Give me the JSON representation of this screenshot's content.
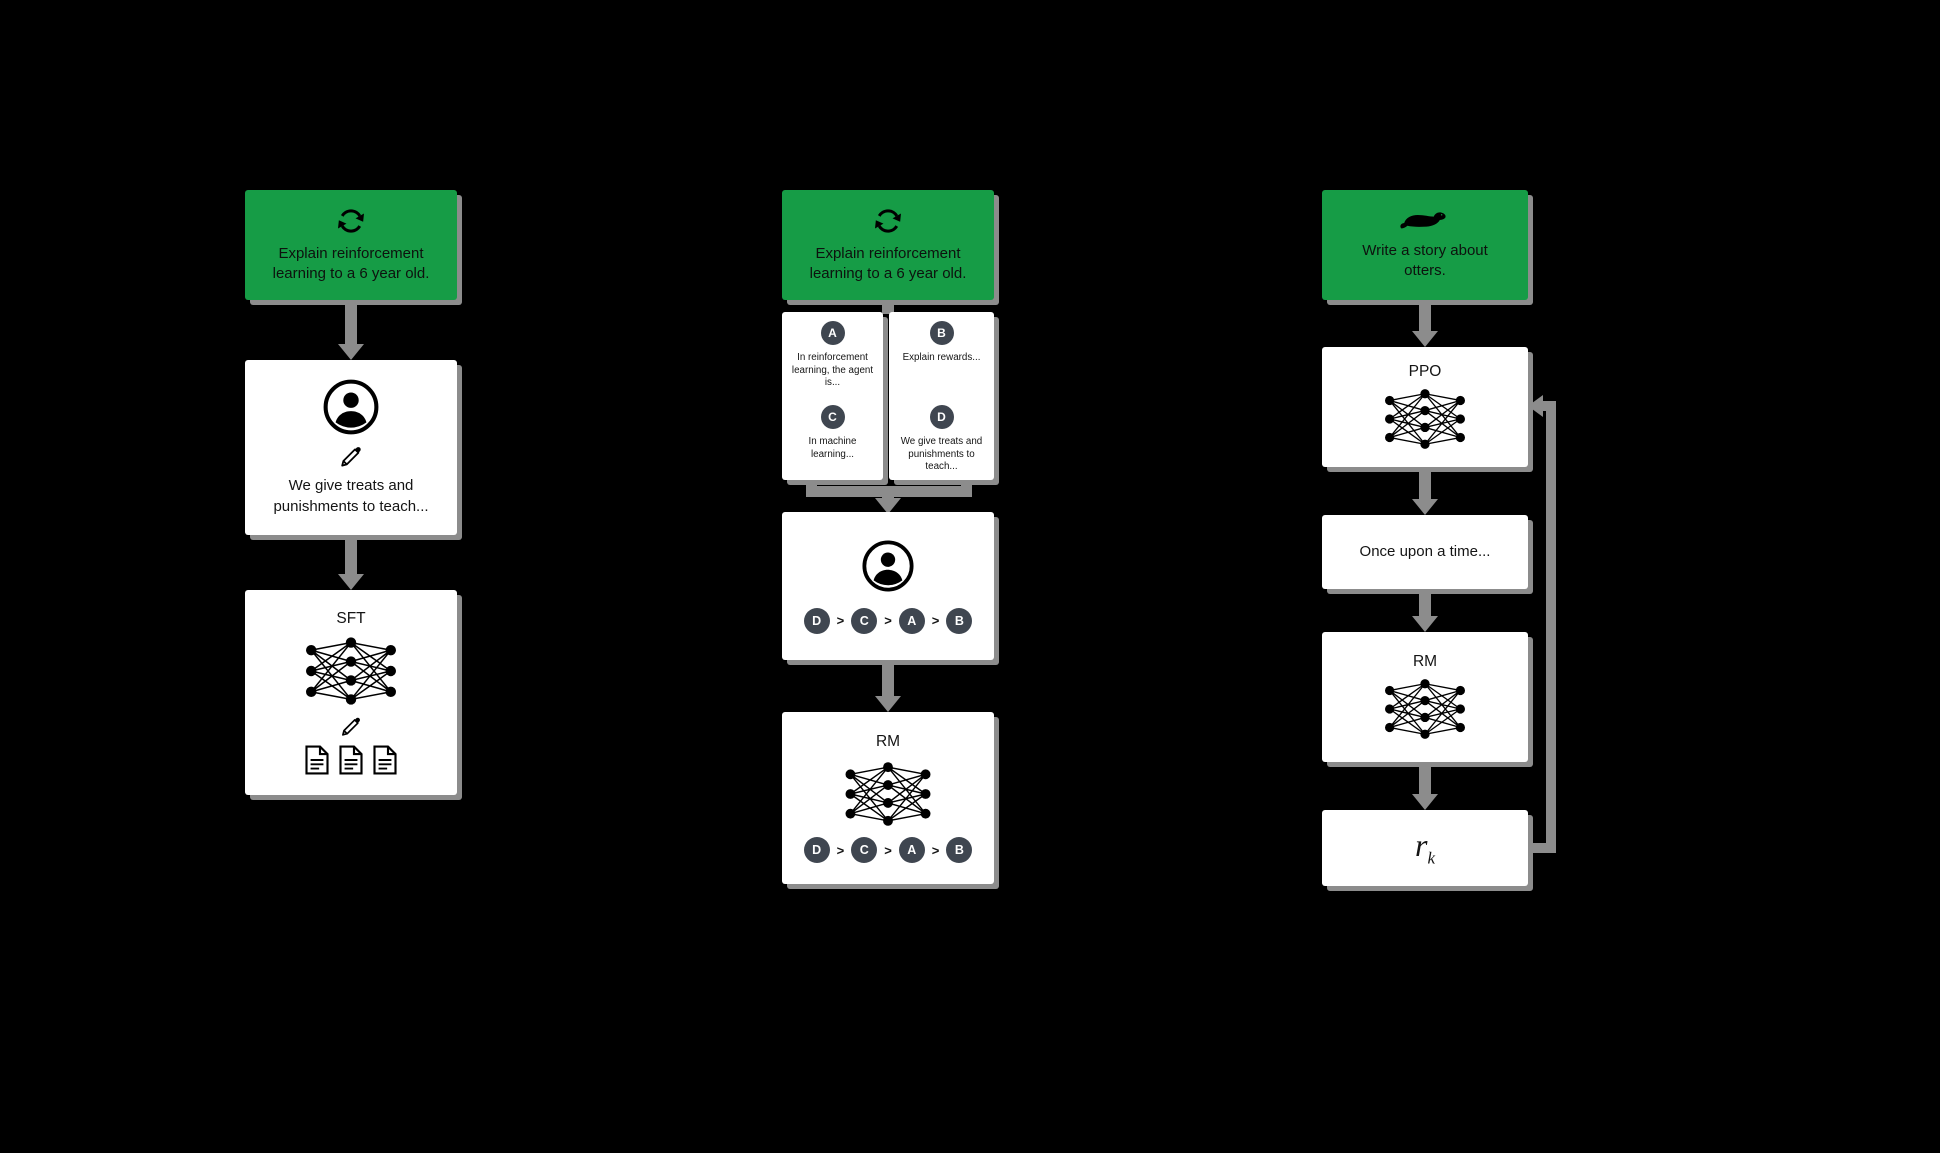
{
  "colors": {
    "bg": "#000000",
    "green": "#169C46",
    "gray": "#8C8C8C",
    "chip": "#3F4650",
    "box": "#FFFFFF"
  },
  "step1": {
    "prompt": {
      "icon": "cycle-icon",
      "text": "Explain reinforcement learning to a 6 year old."
    },
    "demonstration": {
      "icon": "person-icon",
      "pencil_icon": "pencil-icon",
      "text": "We give treats and punishments to teach..."
    },
    "model": {
      "label": "SFT",
      "icon": "neural-network-icon",
      "extra_icons": [
        "pencil-icon",
        "documents-icon"
      ]
    }
  },
  "step2": {
    "prompt": {
      "icon": "cycle-icon",
      "text": "Explain reinforcement learning to a 6 year old."
    },
    "answers": [
      {
        "letter": "A",
        "text": "In reinforcement learning, the agent is..."
      },
      {
        "letter": "B",
        "text": "Explain rewards..."
      },
      {
        "letter": "C",
        "text": "In machine learning..."
      },
      {
        "letter": "D",
        "text": "We give treats and punishments to teach..."
      }
    ],
    "ranking": {
      "order": [
        "D",
        "C",
        "A",
        "B"
      ],
      "separator": ">"
    },
    "labeler": {
      "icon": "person-icon"
    },
    "model": {
      "label": "RM",
      "icon": "neural-network-icon"
    }
  },
  "step3": {
    "prompt": {
      "icon": "otter-icon",
      "text": "Write a story about otters."
    },
    "policy": {
      "label": "PPO",
      "icon": "neural-network-icon"
    },
    "output": {
      "text": "Once upon a time..."
    },
    "model": {
      "label": "RM",
      "icon": "neural-network-icon"
    },
    "reward": {
      "variable": "r",
      "subscript": "k"
    }
  }
}
